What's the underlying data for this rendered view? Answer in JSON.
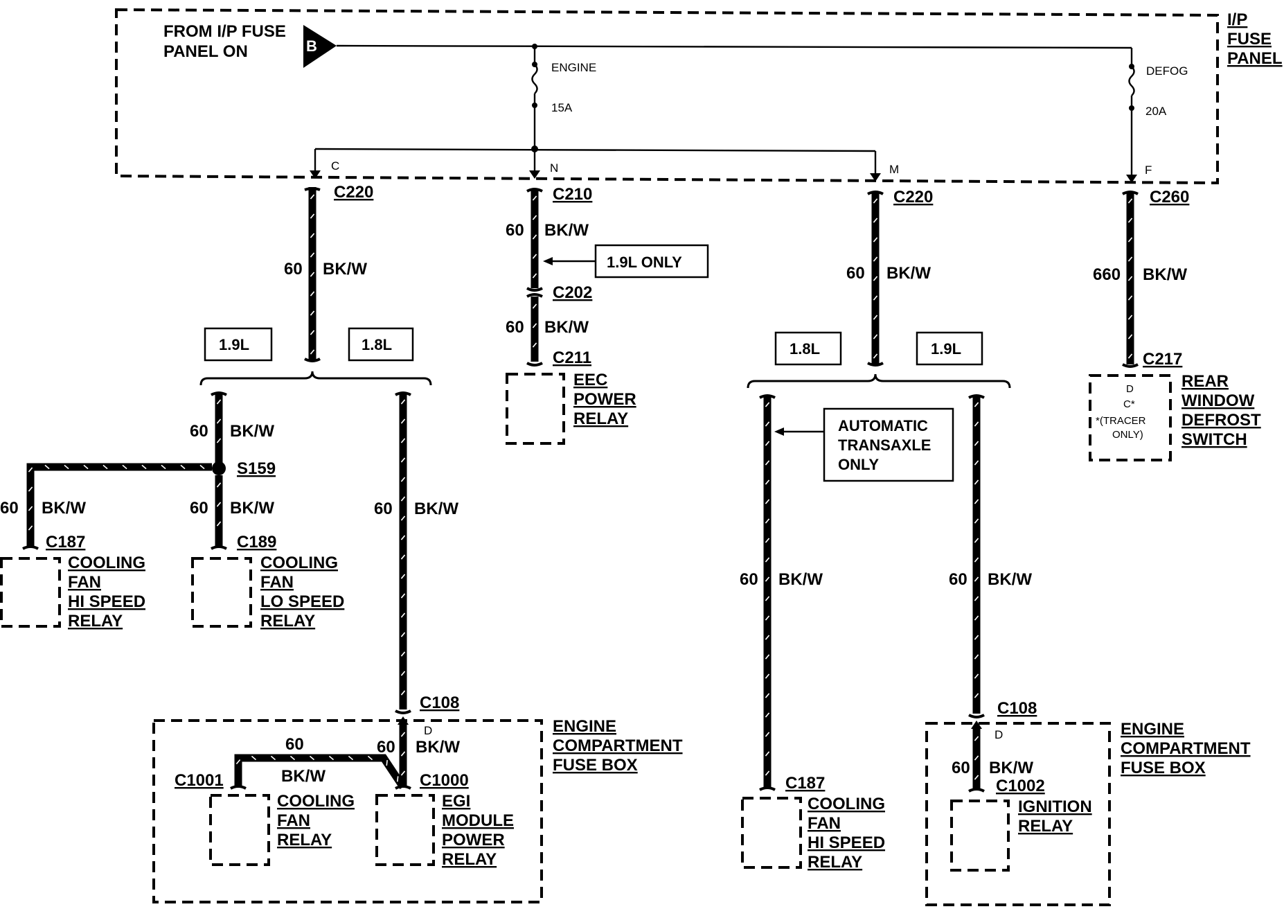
{
  "header": {
    "source_lines": [
      "FROM I/P FUSE",
      "PANEL ON"
    ],
    "source_terminal": "B",
    "panel_lines": [
      "I/P",
      "FUSE",
      "PANEL"
    ]
  },
  "fuses": [
    {
      "name": "ENGINE",
      "rating": "15A"
    },
    {
      "name": "DEFOG",
      "rating": "20A"
    }
  ],
  "pins": {
    "c": "C",
    "n": "N",
    "m": "M",
    "f": "F",
    "d_left": "D",
    "d_right": "D"
  },
  "connectors": {
    "c220_left": "C220",
    "c210": "C210",
    "c202": "C202",
    "c211": "C211",
    "c220_right": "C220",
    "c260": "C260",
    "c217": "C217",
    "s159": "S159",
    "c187_left": "C187",
    "c189": "C189",
    "c108_left": "C108",
    "c1001": "C1001",
    "c1000": "C1000",
    "c187_right": "C187",
    "c108_right": "C108",
    "c1002": "C1002"
  },
  "wires": {
    "gauge": "60",
    "gauge_defog": "660",
    "color": "BK/W"
  },
  "notes": {
    "only_19": "1.9L ONLY",
    "auto": [
      "AUTOMATIC",
      "TRANSAXLE",
      "ONLY"
    ]
  },
  "engines": {
    "e19": "1.9L",
    "e18": "1.8L"
  },
  "components": {
    "eec": [
      "EEC",
      "POWER",
      "RELAY"
    ],
    "defrost": [
      "REAR",
      "WINDOW",
      "DEFROST",
      "SWITCH"
    ],
    "defrost_pins": [
      "D",
      "C*",
      "*(TRACER",
      "ONLY)"
    ],
    "hi_relay": [
      "COOLING",
      "FAN",
      "HI SPEED",
      "RELAY"
    ],
    "lo_relay": [
      "COOLING",
      "FAN",
      "LO SPEED",
      "RELAY"
    ],
    "fan_relay": [
      "COOLING",
      "FAN",
      "RELAY"
    ],
    "egi": [
      "EGI",
      "MODULE",
      "POWER",
      "RELAY"
    ],
    "fusebox": [
      "ENGINE",
      "COMPARTMENT",
      "FUSE BOX"
    ],
    "ign": [
      "IGNITION",
      "RELAY"
    ]
  }
}
